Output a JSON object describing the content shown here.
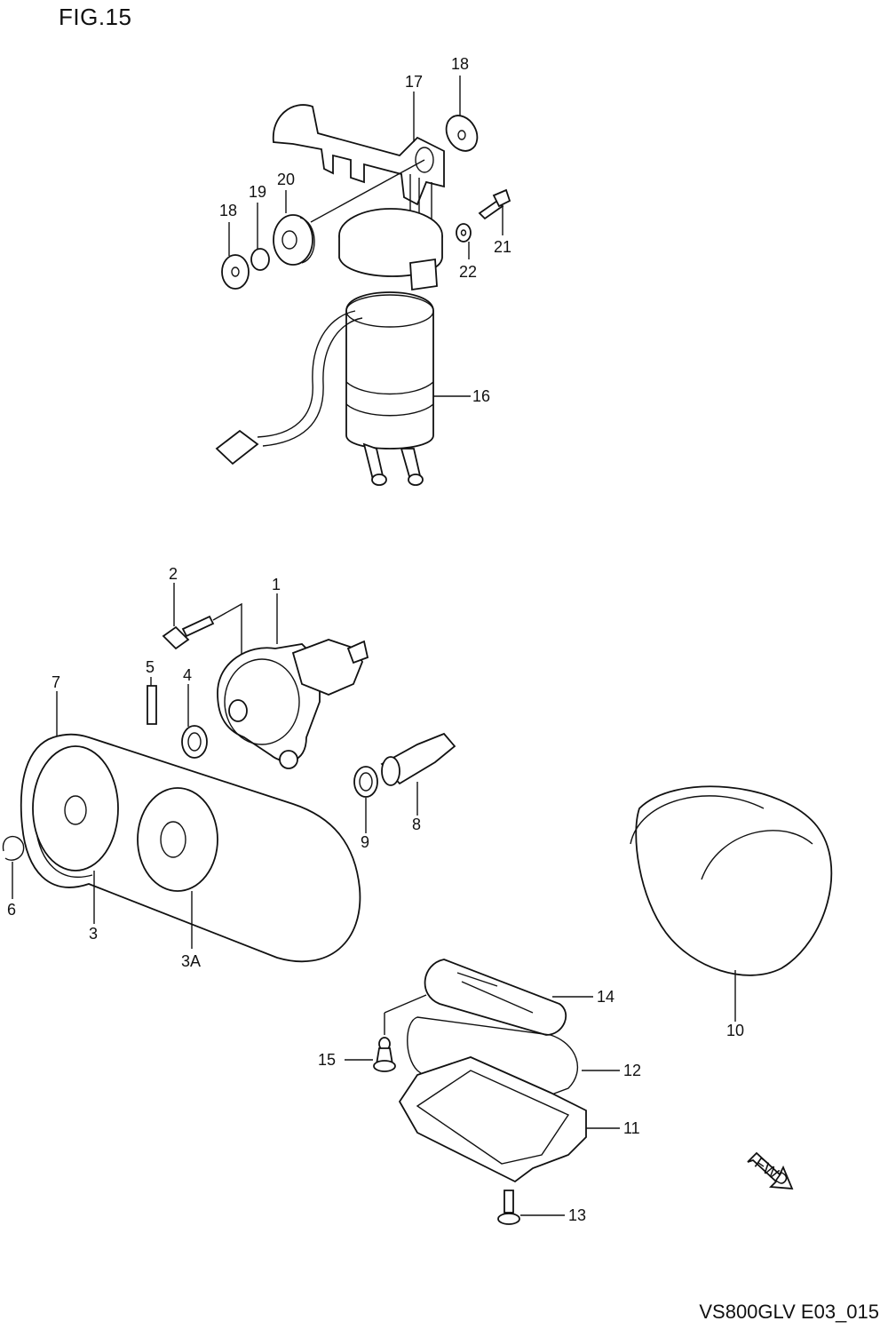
{
  "title": "FIG.15",
  "doc_code": "VS800GLV E03_015",
  "fwd_label": "FWD",
  "labels": {
    "p1": "1",
    "p2": "2",
    "p3": "3",
    "p3a": "3A",
    "p4": "4",
    "p5": "5",
    "p6": "6",
    "p7": "7",
    "p8": "8",
    "p9": "9",
    "p10": "10",
    "p11": "11",
    "p12": "12",
    "p13": "13",
    "p14": "14",
    "p15": "15",
    "p16": "16",
    "p17": "17",
    "p18a": "18",
    "p18b": "18",
    "p19": "19",
    "p20": "20",
    "p21": "21",
    "p22": "22"
  }
}
